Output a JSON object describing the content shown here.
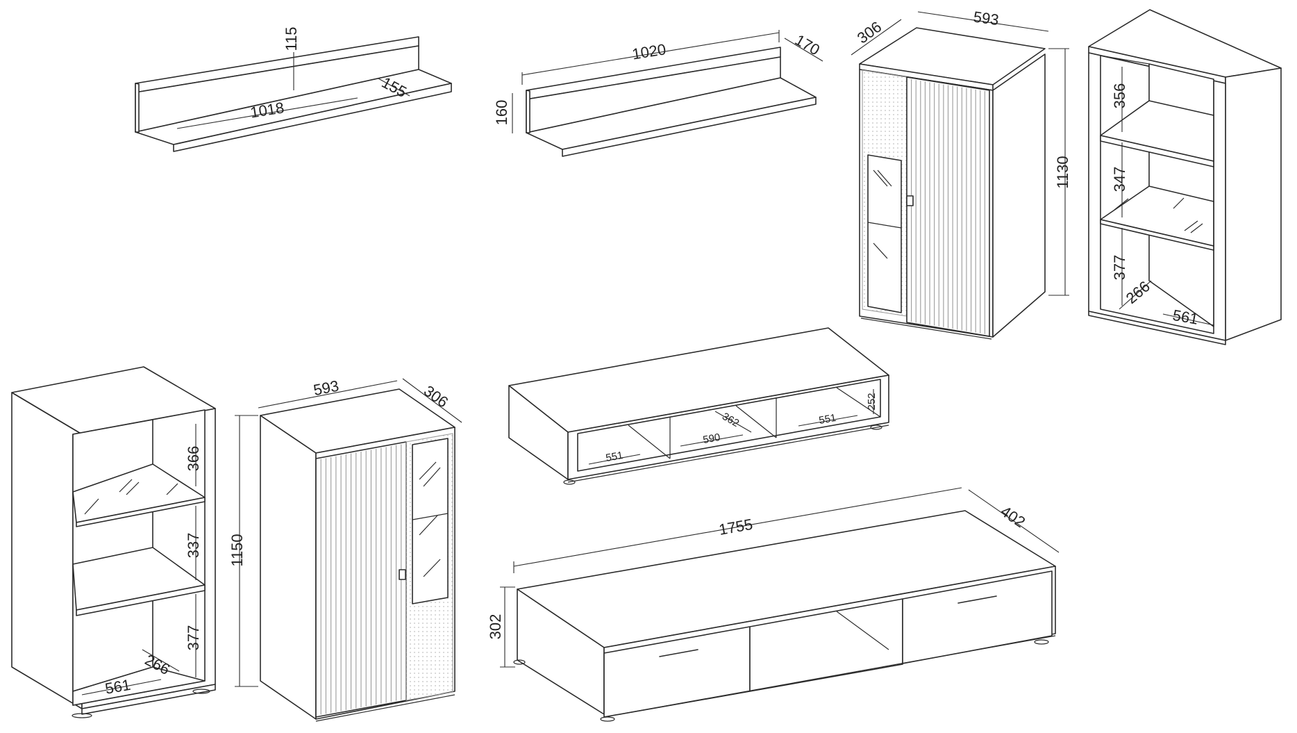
{
  "figure": {
    "colors": {
      "line": "#2b2b2b",
      "muted": "#9a9a9a",
      "background": "#ffffff"
    },
    "dimensions": {
      "shelf_a": {
        "height": "115",
        "depth": "155",
        "width": "1018"
      },
      "shelf_b": {
        "width": "1020",
        "depth": "170",
        "height": "160"
      },
      "cabinet_right_glass": {
        "depth": "306",
        "width": "593",
        "height": "1130"
      },
      "open_bookcase_right": {
        "upper": "356",
        "middle": "347",
        "lower": "377",
        "depth": "266",
        "width": "561"
      },
      "open_bookcase_left": {
        "upper": "366",
        "middle": "337",
        "lower": "377",
        "depth": "266",
        "width": "561"
      },
      "cabinet_left_glass": {
        "width": "593",
        "depth": "306",
        "height": "1150"
      },
      "tv_low_board": {
        "height": "252",
        "depth": "362",
        "left": "551",
        "center": "590",
        "right": "551"
      },
      "tv_stand_drawers": {
        "width": "1755",
        "depth": "402",
        "height": "302"
      }
    }
  }
}
